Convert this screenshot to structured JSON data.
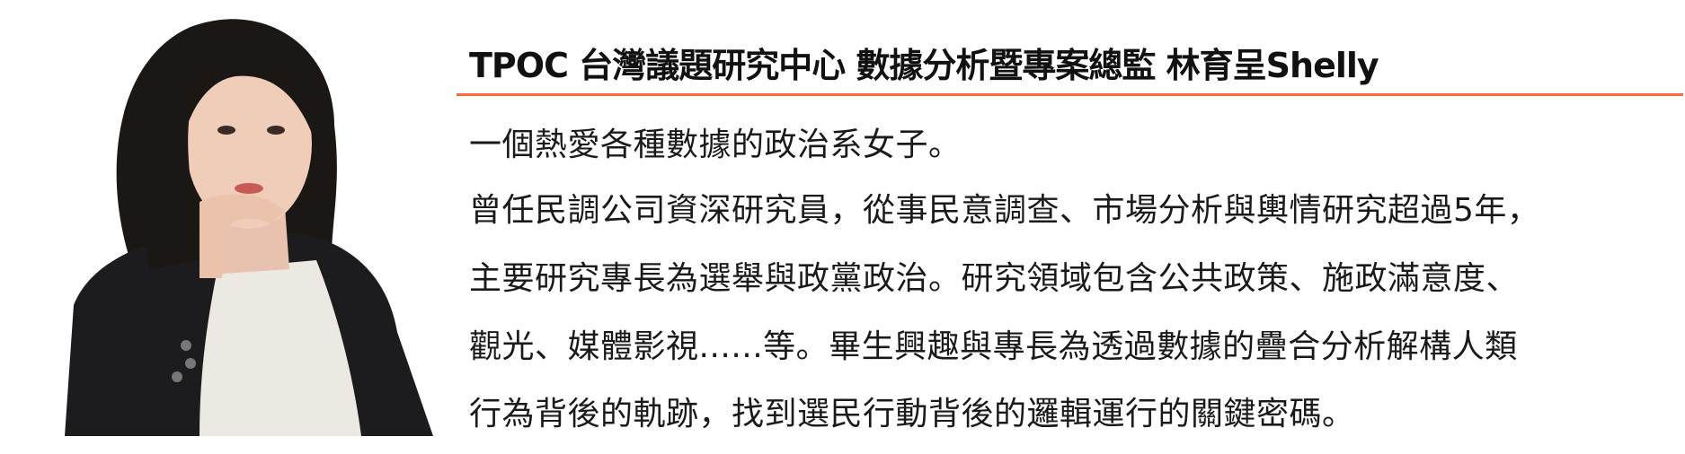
{
  "header": {
    "title": "TPOC 台灣議題研究中心 數據分析暨專案總監 林育呈Shelly",
    "accent_color": "#f26b38"
  },
  "bio": {
    "lines": [
      "一個熱愛各種數據的政治系女子。",
      "曾任民調公司資深研究員，從事民意調查、市場分析與輿情研究超過5年，",
      "主要研究專長為選舉與政黨政治。研究領域包含公共政策、施政滿意度、",
      "觀光、媒體影視......等。畢生興趣與專長為透過數據的疊合分析解構人類",
      "行為背後的軌跡，找到選民行動背後的邏輯運行的關鍵密碼。"
    ]
  }
}
